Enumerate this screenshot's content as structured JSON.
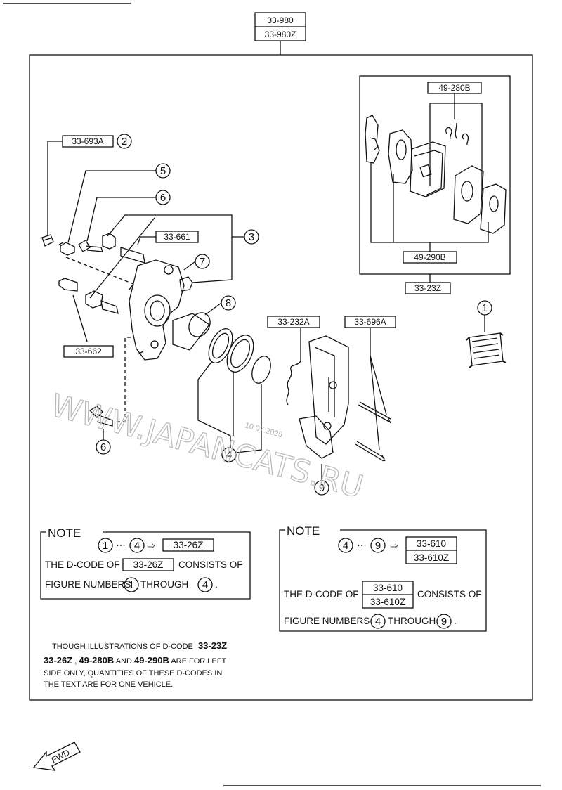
{
  "callouts": {
    "top_a": "33-980",
    "top_b": "33-980Z",
    "pad_kit": "49-280B",
    "shim_kit": "49-290B",
    "pad_set": "33-23Z",
    "bleeder_cap": "33-693A",
    "pin_upper": "33-661",
    "pin_lower": "33-662",
    "bracket": "33-232A",
    "retain_pin": "33-696A"
  },
  "figure_numbers": {
    "n1": "1",
    "n2": "2",
    "n3": "3",
    "n4": "4",
    "n5": "5",
    "n6": "6",
    "n7": "7",
    "n8": "8",
    "n9": "9"
  },
  "note_left": {
    "heading": "NOTE",
    "range_sep": "···",
    "arrow": "⇨",
    "code": "33-26Z",
    "line1_pre": "THE D-CODE OF",
    "line1_post": "CONSISTS OF",
    "line2_pre": "FIGURE NUMBERS",
    "line2_mid": "THROUGH",
    "line2_end": "."
  },
  "note_right": {
    "heading": "NOTE",
    "range_sep": "···",
    "arrow": "⇨",
    "code_a": "33-610",
    "code_b": "33-610Z",
    "line1_pre": "THE D-CODE OF",
    "line1_post": "CONSISTS OF",
    "line2_pre": "FIGURE NUMBERS",
    "line2_mid": "THROUGH",
    "line2_end": "."
  },
  "footnote": {
    "l1_pre": "THOUGH  ILLUSTRATIONS  OF  D-CODE",
    "l1_bold": "33-23Z",
    "l2_b1": "33-26Z",
    "l2_sep1": " ,",
    "l2_b2": "49-280B",
    "l2_and": " AND ",
    "l2_b3": "49-290B",
    "l2_post": " ARE  FOR  LEFT",
    "l3": "SIDE  ONLY,  QUANTITIES  OF  THESE  D-CODES  IN",
    "l4": "THE  TEXT  ARE  FOR  ONE  VEHICLE."
  },
  "direction": {
    "label": "FWD"
  },
  "watermark": {
    "text": "WWW.JAPANCATS.RU",
    "stamp": "10.07.2025"
  }
}
